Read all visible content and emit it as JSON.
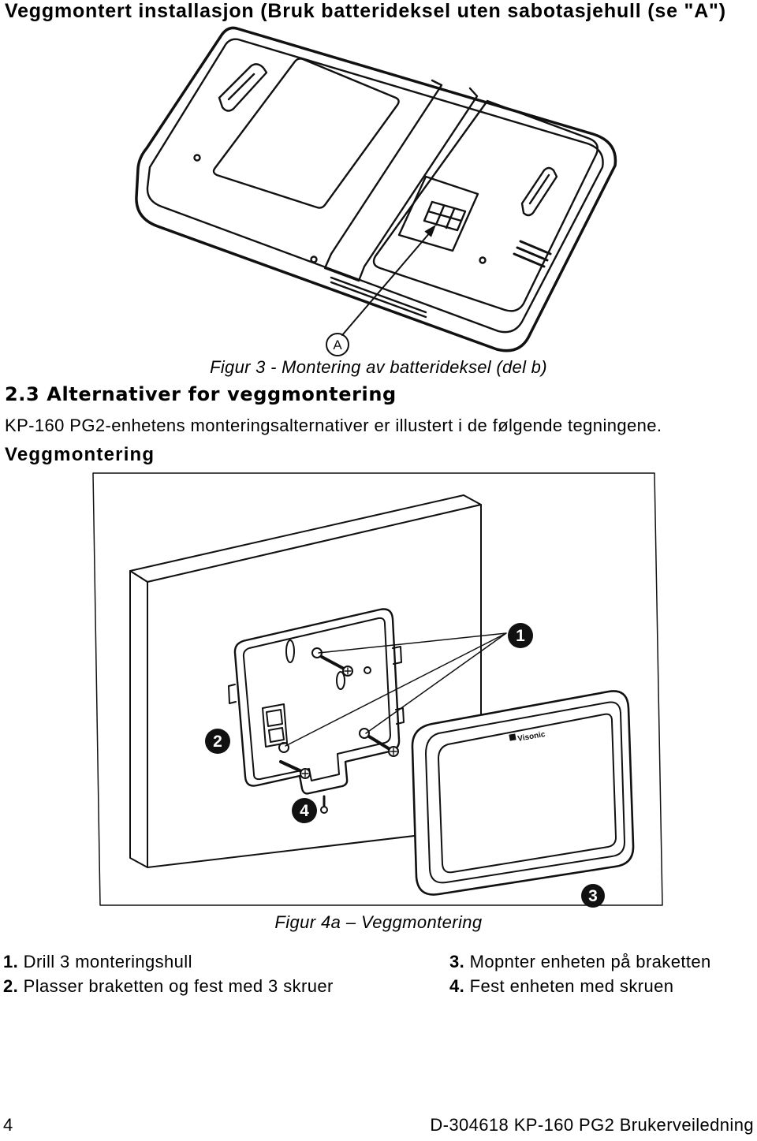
{
  "page": {
    "title": "Veggmontert installasjon (Bruk batterideksel uten sabotasjehull (se \"A\")",
    "number": "4",
    "doc_id": "D-304618 KP-160 PG2 Brukerveiledning"
  },
  "figure3": {
    "callout_label": "A",
    "caption": "Figur 3 - Montering av batterideksel (del b)"
  },
  "section": {
    "heading": "2.3 Alternativer for veggmontering",
    "intro": "KP-160 PG2-enhetens monteringsalternativer er illustert i de følgende tegningene.",
    "subheading": "Veggmontering"
  },
  "figure4a": {
    "callouts": [
      "1",
      "2",
      "3",
      "4"
    ],
    "logo_text": "Visonic",
    "caption": "Figur 4a – Veggmontering"
  },
  "steps": [
    {
      "num": "1.",
      "text": "Drill 3 monteringshull"
    },
    {
      "num": "2.",
      "text": "Plasser braketten og fest med 3 skruer"
    },
    {
      "num": "3.",
      "text": "Mopnter enheten på braketten"
    },
    {
      "num": "4.",
      "text": "Fest enheten med skruen"
    }
  ],
  "colors": {
    "ink": "#111111",
    "paper": "#ffffff"
  }
}
